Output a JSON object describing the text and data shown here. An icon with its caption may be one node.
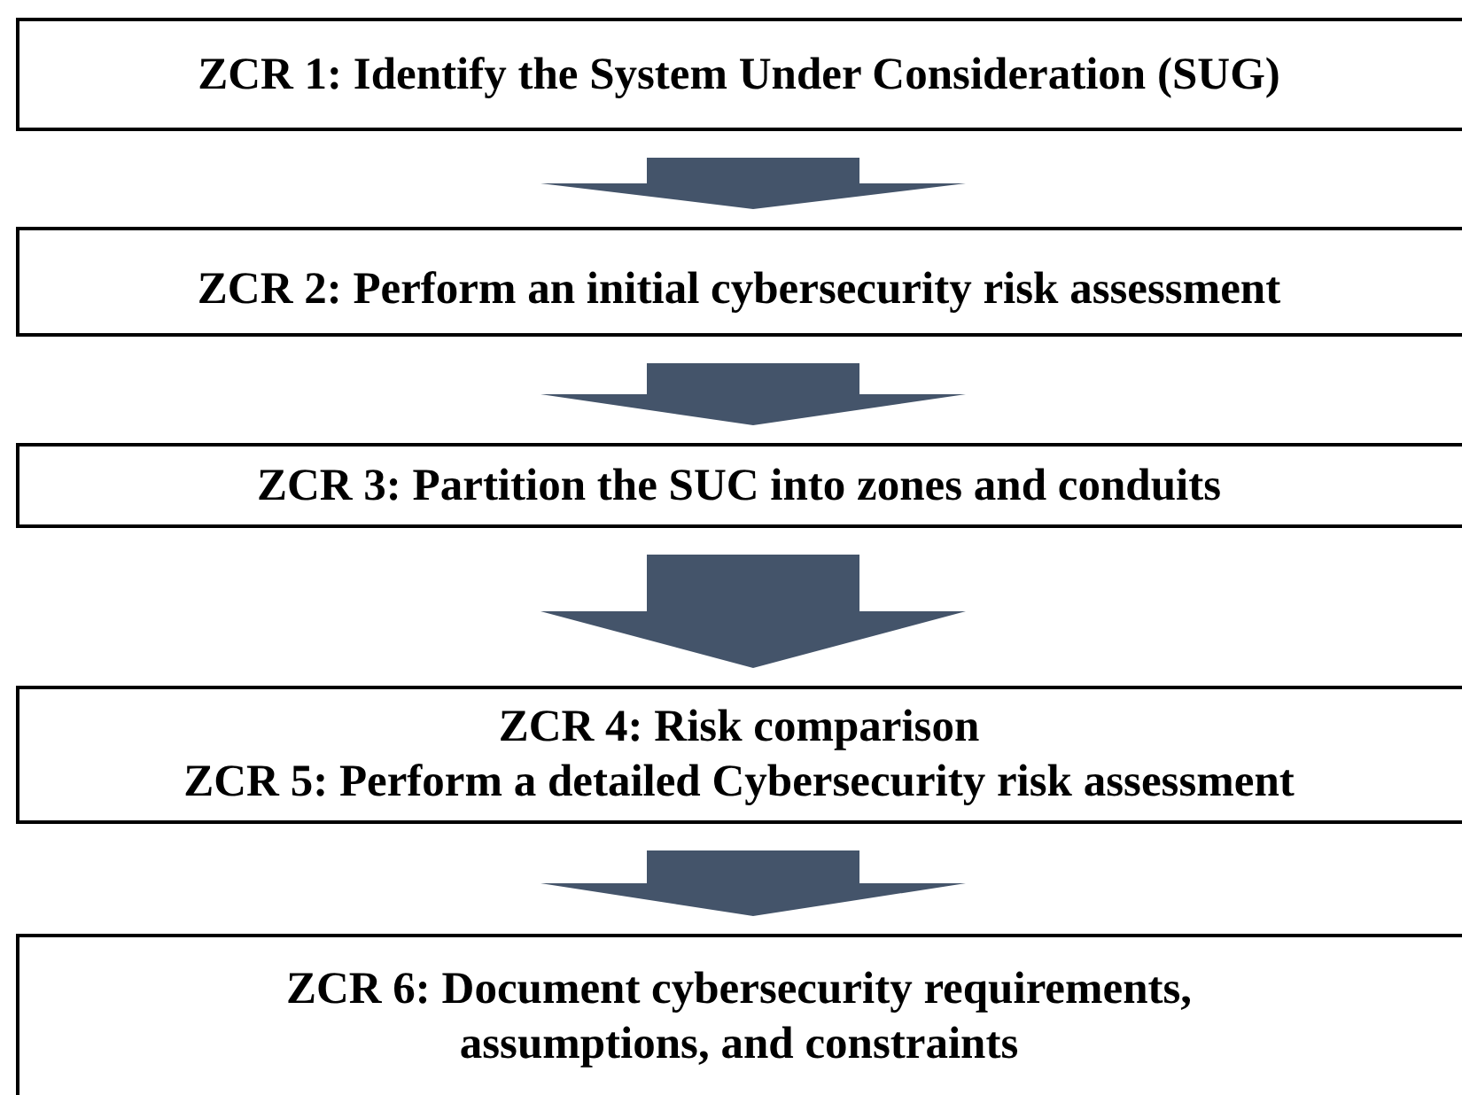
{
  "diagram": {
    "nodes": [
      {
        "text": [
          "ZCR 1: Identify the System Under Consideration (SUG)"
        ]
      },
      {
        "text": [
          "ZCR 2: Perform an initial cybersecurity risk assessment"
        ]
      },
      {
        "text": [
          "ZCR 3: Partition the SUC into zones and conduits"
        ]
      },
      {
        "text": [
          "ZCR 4: Risk comparison",
          "ZCR 5: Perform a detailed Cybersecurity risk assessment"
        ]
      },
      {
        "text": [
          "ZCR 6: Document cybersecurity requirements, assumptions, and constraints"
        ]
      }
    ],
    "edges": [
      {
        "from": 0,
        "to": 1,
        "arrow": "to"
      },
      {
        "from": 1,
        "to": 2,
        "arrow": "to"
      },
      {
        "from": 2,
        "to": 3,
        "arrow": "to"
      },
      {
        "from": 3,
        "to": 4,
        "arrow": "to"
      }
    ]
  }
}
